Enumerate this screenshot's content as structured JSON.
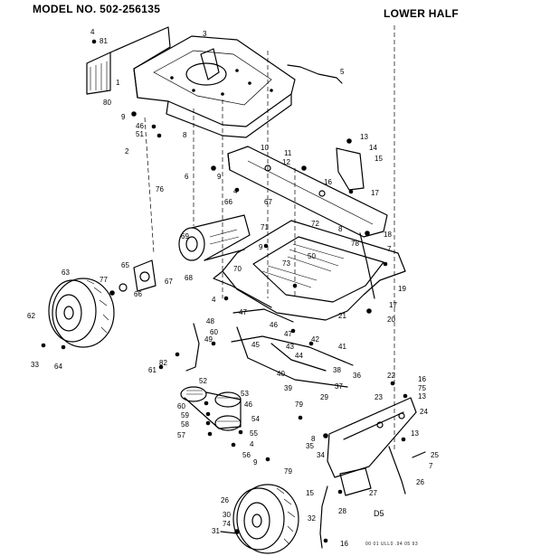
{
  "header": {
    "model": "MODEL NO. 502-256135",
    "section": "LOWER HALF"
  },
  "sheet_code": "D5",
  "footer_tag": "00 01 ULL0 .94 05 93",
  "part_refs": [
    {
      "id": "r1",
      "label": "1"
    },
    {
      "id": "r2",
      "label": "2"
    },
    {
      "id": "r3",
      "label": "3"
    },
    {
      "id": "r4a",
      "label": "4"
    },
    {
      "id": "r5",
      "label": "5"
    },
    {
      "id": "r6",
      "label": "6"
    },
    {
      "id": "r7",
      "label": "7"
    },
    {
      "id": "r8",
      "label": "8"
    },
    {
      "id": "r9",
      "label": "9"
    },
    {
      "id": "r10",
      "label": "10"
    },
    {
      "id": "r11",
      "label": "11"
    },
    {
      "id": "r12",
      "label": "12"
    },
    {
      "id": "r13",
      "label": "13"
    },
    {
      "id": "r14",
      "label": "14"
    },
    {
      "id": "r15",
      "label": "15"
    },
    {
      "id": "r16",
      "label": "16"
    },
    {
      "id": "r17",
      "label": "17"
    },
    {
      "id": "r18",
      "label": "18"
    },
    {
      "id": "r19",
      "label": "19"
    },
    {
      "id": "r20",
      "label": "20"
    },
    {
      "id": "r21",
      "label": "21"
    },
    {
      "id": "r22",
      "label": "22"
    },
    {
      "id": "r23",
      "label": "23"
    },
    {
      "id": "r24",
      "label": "24"
    },
    {
      "id": "r25",
      "label": "25"
    },
    {
      "id": "r26",
      "label": "26"
    },
    {
      "id": "r27",
      "label": "27"
    },
    {
      "id": "r28",
      "label": "28"
    },
    {
      "id": "r29",
      "label": "29"
    },
    {
      "id": "r30",
      "label": "30"
    },
    {
      "id": "r31",
      "label": "31"
    },
    {
      "id": "r32",
      "label": "32"
    },
    {
      "id": "r33",
      "label": "33"
    },
    {
      "id": "r34",
      "label": "34"
    },
    {
      "id": "r35",
      "label": "35"
    },
    {
      "id": "r36",
      "label": "36"
    },
    {
      "id": "r37",
      "label": "37"
    },
    {
      "id": "r38",
      "label": "38"
    },
    {
      "id": "r39",
      "label": "39"
    },
    {
      "id": "r40",
      "label": "40"
    },
    {
      "id": "r41",
      "label": "41"
    },
    {
      "id": "r42",
      "label": "42"
    },
    {
      "id": "r43",
      "label": "43"
    },
    {
      "id": "r44",
      "label": "44"
    },
    {
      "id": "r45",
      "label": "45"
    },
    {
      "id": "r46",
      "label": "46"
    },
    {
      "id": "r47",
      "label": "47"
    },
    {
      "id": "r48",
      "label": "48"
    },
    {
      "id": "r49",
      "label": "49"
    },
    {
      "id": "r50",
      "label": "50"
    },
    {
      "id": "r51",
      "label": "51"
    },
    {
      "id": "r52",
      "label": "52"
    },
    {
      "id": "r53",
      "label": "53"
    },
    {
      "id": "r54",
      "label": "54"
    },
    {
      "id": "r55",
      "label": "55"
    },
    {
      "id": "r56",
      "label": "56"
    },
    {
      "id": "r57",
      "label": "57"
    },
    {
      "id": "r58",
      "label": "58"
    },
    {
      "id": "r59",
      "label": "59"
    },
    {
      "id": "r60",
      "label": "60"
    },
    {
      "id": "r61",
      "label": "61"
    },
    {
      "id": "r62",
      "label": "62"
    },
    {
      "id": "r63",
      "label": "63"
    },
    {
      "id": "r64",
      "label": "64"
    },
    {
      "id": "r65",
      "label": "65"
    },
    {
      "id": "r66",
      "label": "66"
    },
    {
      "id": "r67",
      "label": "67"
    },
    {
      "id": "r68",
      "label": "68"
    },
    {
      "id": "r69",
      "label": "69"
    },
    {
      "id": "r70",
      "label": "70"
    },
    {
      "id": "r71",
      "label": "71"
    },
    {
      "id": "r72",
      "label": "72"
    },
    {
      "id": "r73",
      "label": "73"
    },
    {
      "id": "r74",
      "label": "74"
    },
    {
      "id": "r75",
      "label": "75"
    },
    {
      "id": "r76",
      "label": "76"
    },
    {
      "id": "r77",
      "label": "77"
    },
    {
      "id": "r78",
      "label": "78"
    },
    {
      "id": "r79",
      "label": "79"
    },
    {
      "id": "r80",
      "label": "80"
    },
    {
      "id": "r81",
      "label": "81"
    },
    {
      "id": "r82",
      "label": "82"
    }
  ]
}
